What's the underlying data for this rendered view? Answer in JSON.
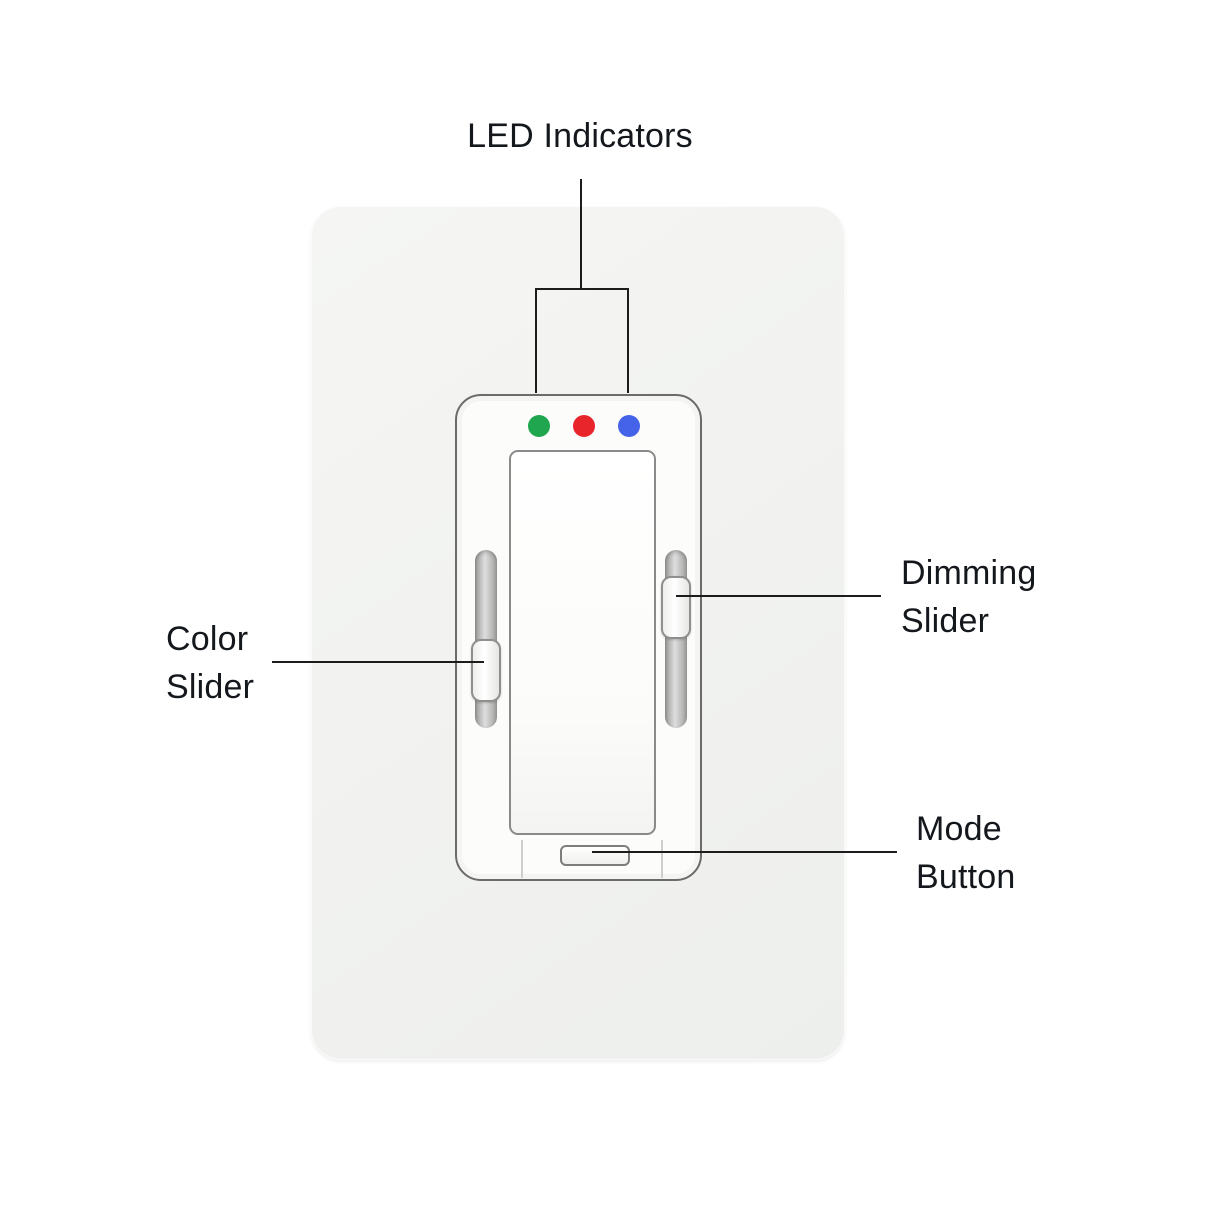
{
  "diagram": {
    "labels": {
      "led_indicators": "LED Indicators",
      "color_slider": [
        "Color",
        "Slider"
      ],
      "dimming_slider": [
        "Dimming",
        "Slider"
      ],
      "mode_button": [
        "Mode",
        "Button"
      ]
    },
    "leds": [
      {
        "name": "green-led",
        "color": "#1fa64e"
      },
      {
        "name": "red-led",
        "color": "#e8252b"
      },
      {
        "name": "blue-led",
        "color": "#4463e8"
      }
    ],
    "colors": {
      "line": "#1c1c1c",
      "text": "#14181d",
      "plate": "#f2f3f1"
    }
  }
}
